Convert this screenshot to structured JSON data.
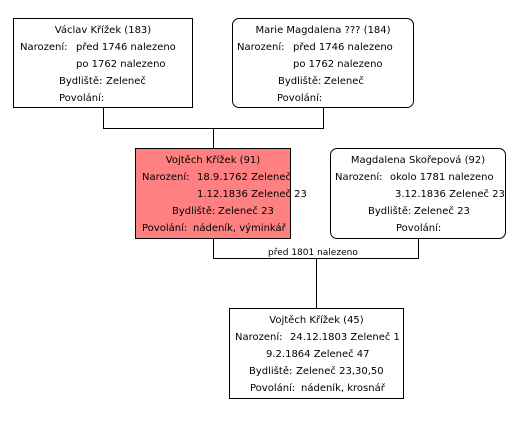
{
  "people": {
    "father_father": {
      "name": "Václav Křížek (183)",
      "birth_label": "Narození:",
      "birth_value": "před 1746 nalezeno",
      "death_value": "po 1762  nalezeno",
      "residence_label": "Bydliště:",
      "residence_value": "Zeleneč",
      "occupation_label": "Povolání:",
      "occupation_value": ""
    },
    "father_mother": {
      "name": "Marie Magdalena ??? (184)",
      "birth_label": "Narození:",
      "birth_value": "před 1746 nalezeno",
      "death_value": "po 1762  nalezeno",
      "residence_label": "Bydliště:",
      "residence_value": "Zeleneč",
      "occupation_label": "Povolání:",
      "occupation_value": ""
    },
    "father": {
      "name": "Vojtěch Křížek (91)",
      "birth_label": "Narození:",
      "birth_value": "18.9.1762 Zeleneč",
      "death_value": "1.12.1836  Zeleneč 23",
      "residence_label": "Bydliště:",
      "residence_value": "Zeleneč 23",
      "occupation_label": "Povolání:",
      "occupation_value": "nádeník, výminkář"
    },
    "mother": {
      "name": "Magdalena Skořepová (92)",
      "birth_label": "Narození:",
      "birth_value": "okolo 1781 nalezeno",
      "death_value": "3.12.1836  Zeleneč 23",
      "residence_label": "Bydliště:",
      "residence_value": "Zeleneč 23",
      "occupation_label": "Povolání:",
      "occupation_value": ""
    },
    "child": {
      "name": "Vojtěch Křížek (45)",
      "birth_label": "Narození:",
      "birth_value": "24.12.1803 Zeleneč 1",
      "death_value": "9.2.1864  Zeleneč 47",
      "residence_label": "Bydliště:",
      "residence_value": "Zeleneč 23,30,50",
      "occupation_label": "Povolání:",
      "occupation_value": "nádeník, krosnář"
    }
  },
  "marriage": {
    "label": "před 1801 nalezeno"
  },
  "colors": {
    "highlight": "#ff8080",
    "border": "#000000",
    "background": "#ffffff"
  }
}
